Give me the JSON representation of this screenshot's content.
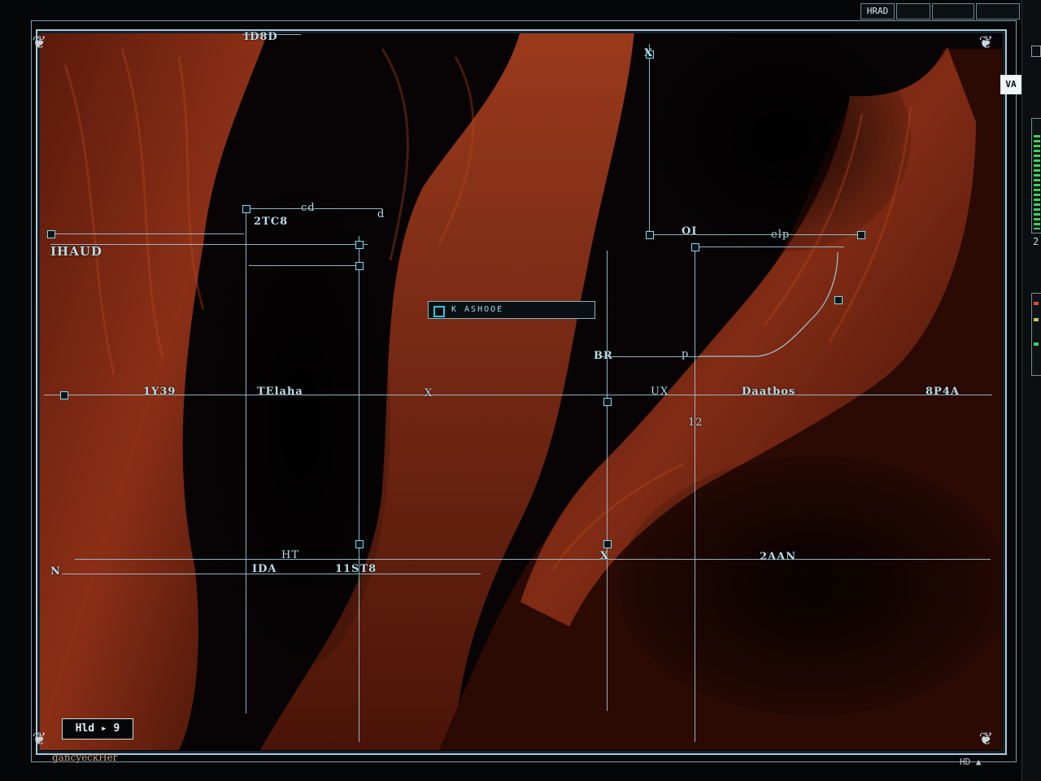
{
  "window": {
    "top_button_label": "HRAD",
    "side_badge": "VA",
    "bottom_left_button": "Hld ▸ 9",
    "footer_title": "gancyeckHer",
    "footer_right": "HD ▲"
  },
  "status": {
    "text": "K ASHOOE"
  },
  "labels": {
    "top_left": "ID8D",
    "marker_top_right": "X",
    "left_title": "IHAUD",
    "label_2fd8": "2TC8",
    "label_cd": "cd",
    "label_d": "d",
    "label_ol": "OI",
    "label_elp": "elp",
    "label_br": "BR",
    "label_p": "p",
    "mid_row_1": "1Y39",
    "mid_row_2": "TElaha",
    "mid_row_3": "X",
    "mid_row_4": "UX",
    "mid_row_5": "Daatbos",
    "mid_row_6": "8P4A",
    "label_12": "12",
    "lower_1": "N",
    "lower_2": "IDA",
    "lower_3": "HT",
    "lower_4": "11ST8",
    "lower_5": "2AAN",
    "lower_x": "X"
  },
  "colors": {
    "rock_dark": "#3a1208",
    "rock_mid": "#7a2a14",
    "rock_light": "#9d3a1e",
    "line": "#9fc7d6",
    "accent": "#35c5d8",
    "frame": "#a9c9d8"
  }
}
